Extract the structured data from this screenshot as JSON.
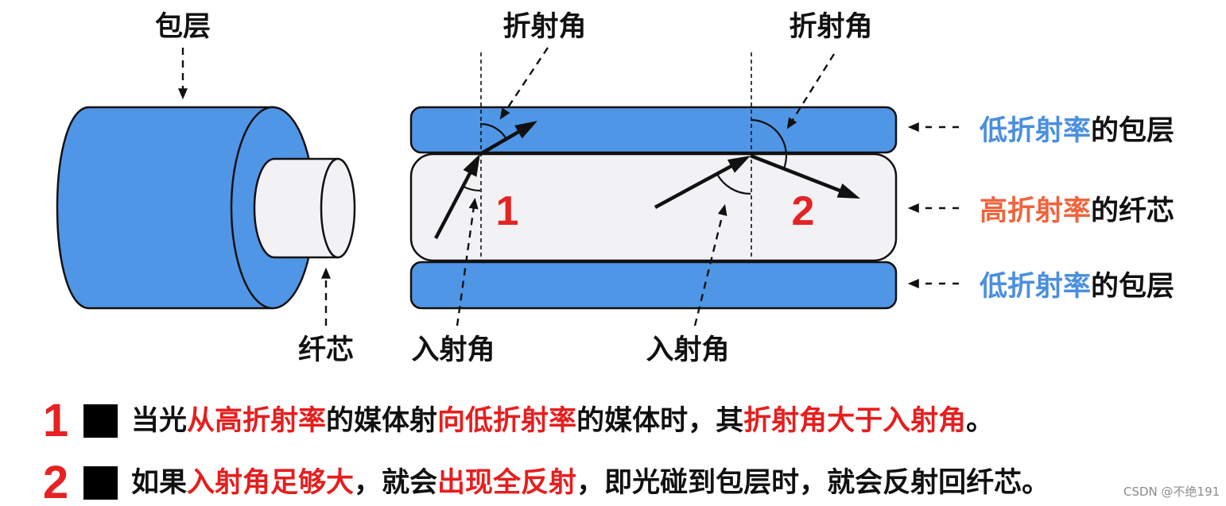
{
  "colors": {
    "cladding_fill": "#5096e6",
    "core_fill": "#f2f1f4",
    "case_number_red": "#e62222",
    "watermark_gray": "#8c8c8c"
  },
  "cylinder": {
    "cladding_label": "包层",
    "core_label": "纤芯"
  },
  "cross_section": {
    "refraction_angle_labels": [
      "折射角",
      "折射角"
    ],
    "incidence_angle_labels": [
      "入射角",
      "入射角"
    ],
    "case_numbers": [
      "1",
      "2"
    ],
    "layer_labels": [
      {
        "highlight": "低折射率",
        "rest": "的包层",
        "highlight_color": "#4a8fe0"
      },
      {
        "highlight": "高折射率",
        "rest": "的纤芯",
        "highlight_color": "#f0643c"
      },
      {
        "highlight": "低折射率",
        "rest": "的包层",
        "highlight_color": "#4a8fe0"
      }
    ]
  },
  "notes": [
    {
      "number": "1",
      "segments": [
        {
          "text": "当光",
          "color": "#111111"
        },
        {
          "text": "从高折射率",
          "color": "#e61e1e"
        },
        {
          "text": "的媒体射",
          "color": "#111111"
        },
        {
          "text": "向低折射率",
          "color": "#e61e1e"
        },
        {
          "text": "的媒体时，其",
          "color": "#111111"
        },
        {
          "text": "折射角大于入射角",
          "color": "#e61e1e"
        },
        {
          "text": "。",
          "color": "#111111"
        }
      ]
    },
    {
      "number": "2",
      "segments": [
        {
          "text": "如果",
          "color": "#111111"
        },
        {
          "text": "入射角足够大",
          "color": "#e61e1e"
        },
        {
          "text": "，就会",
          "color": "#111111"
        },
        {
          "text": "出现全反射",
          "color": "#e61e1e"
        },
        {
          "text": "，即光碰到包层时，就会反射回纤芯。",
          "color": "#111111"
        }
      ]
    }
  ],
  "watermark": "CSDN @不绝191"
}
